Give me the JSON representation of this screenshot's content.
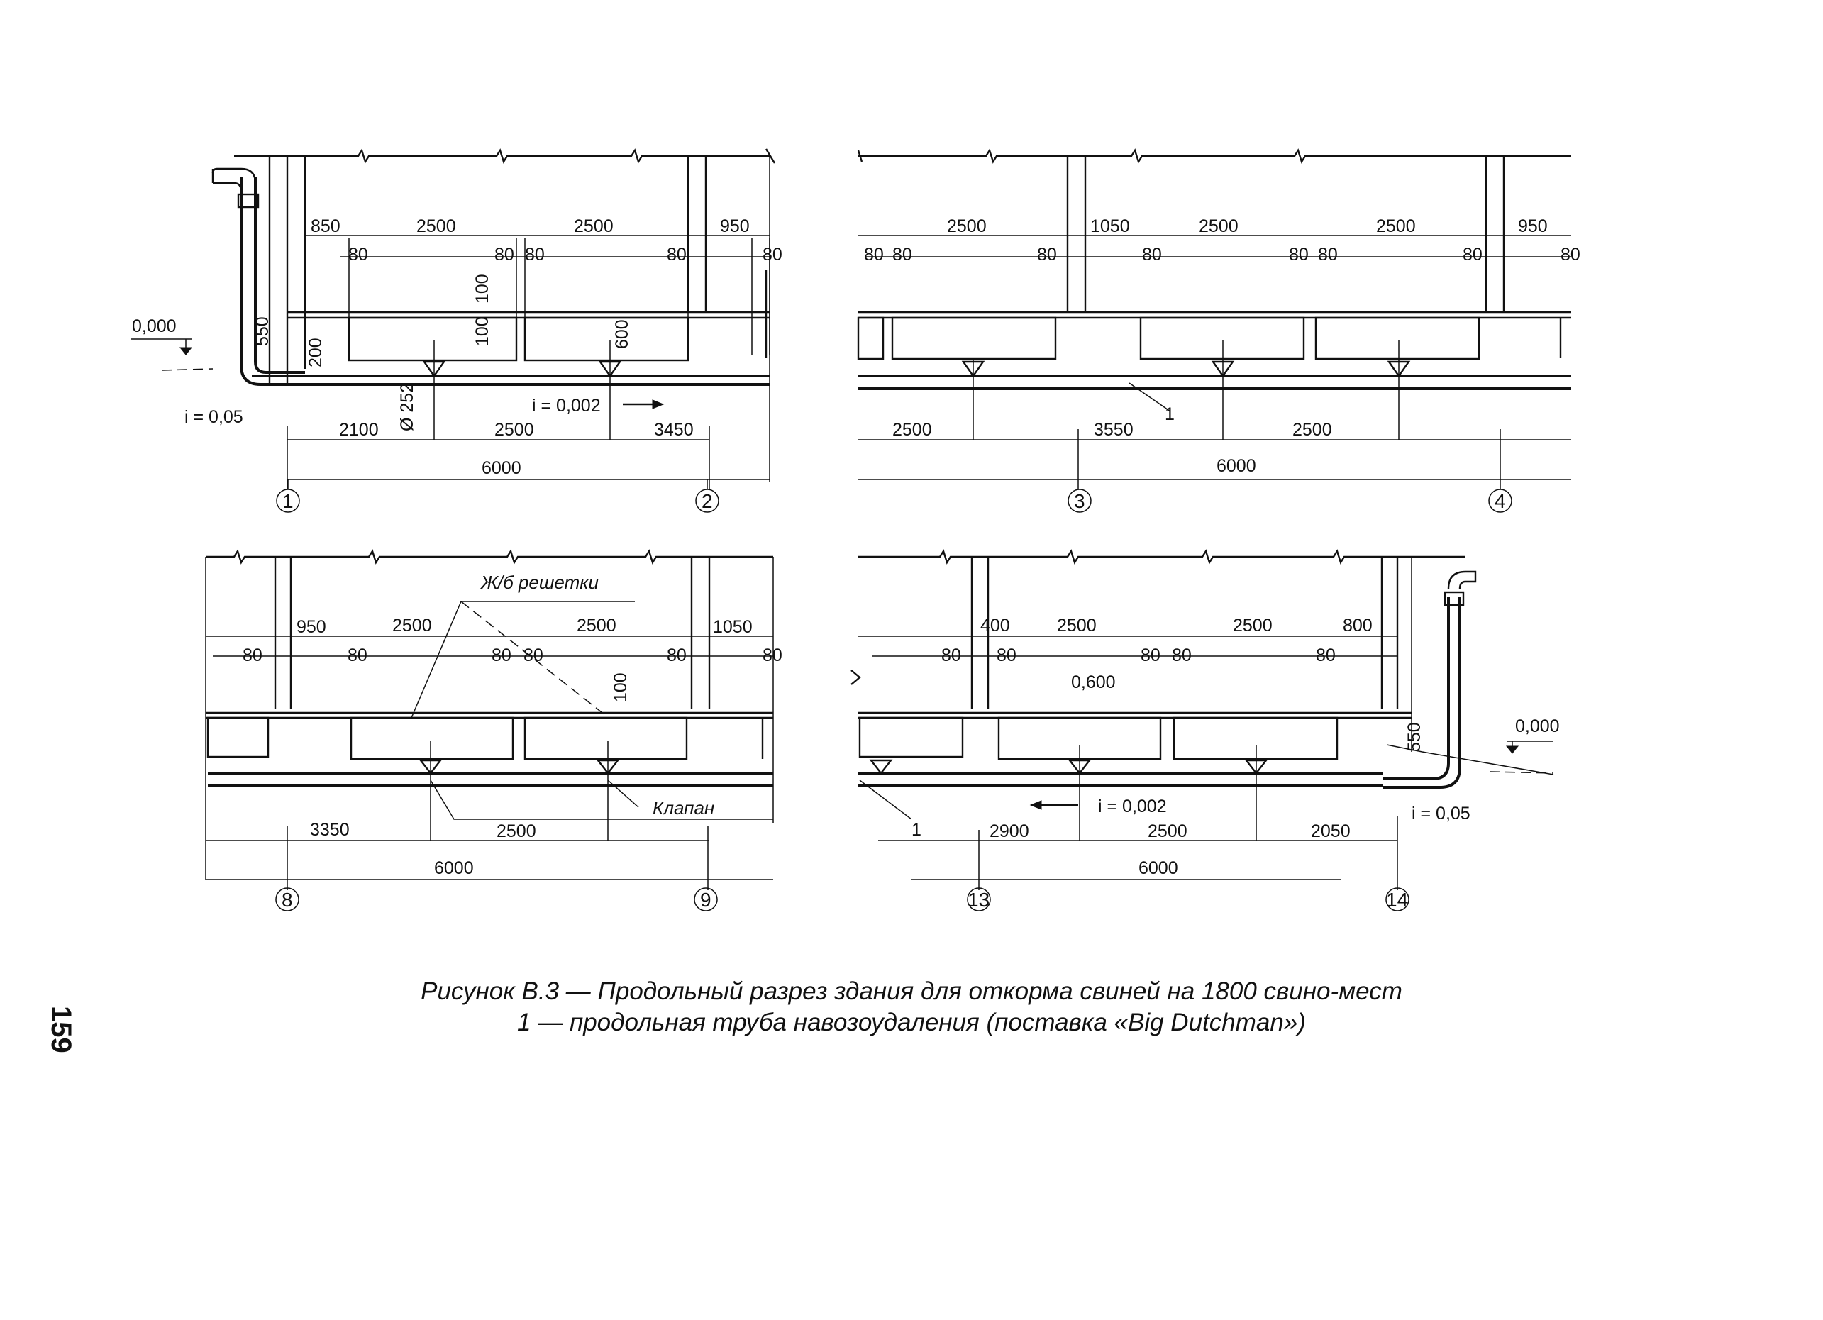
{
  "caption": {
    "line1": "Рисунок В.3 — Продольный разрез здания для откорма свиней на 1800 свино-мест",
    "line2": "1 — продольная труба навозоудаления (поставка «Big Dutchman»)"
  },
  "page_number": "159",
  "panels": {
    "p1": {
      "top_dims": [
        "850",
        "2500",
        "2500",
        "950"
      ],
      "col_dims": [
        "80",
        "80",
        "80",
        "80",
        "80"
      ],
      "vert_dims": [
        "100",
        "100",
        "600",
        "550",
        "200",
        "Ø 252"
      ],
      "level": "0,000",
      "slope_main": "i = 0,05",
      "slope_pipe": "i = 0,002",
      "bottom_dims": [
        "2100",
        "2500",
        "3450"
      ],
      "total": "6000",
      "axes": [
        "1",
        "2"
      ]
    },
    "p2": {
      "top_dims": [
        "2500",
        "1050",
        "2500",
        "2500",
        "950"
      ],
      "col_dims": [
        "80",
        "80",
        "80",
        "80",
        "80",
        "80",
        "80",
        "80"
      ],
      "callout": "1",
      "bottom_dims": [
        "2500",
        "3550",
        "2500"
      ],
      "total": "6000",
      "axes": [
        "3",
        "4"
      ]
    },
    "p3": {
      "label_grates": "Ж/б решетки",
      "top_dims": [
        "950",
        "2500",
        "2500",
        "1050"
      ],
      "col_dims": [
        "80",
        "80",
        "80",
        "80",
        "80",
        "80"
      ],
      "vert_dims": [
        "100"
      ],
      "label_valve": "Клапан",
      "bottom_dims": [
        "3350",
        "2500"
      ],
      "total": "6000",
      "axes": [
        "8",
        "9"
      ]
    },
    "p4": {
      "top_dims": [
        "400",
        "2500",
        "2500",
        "800"
      ],
      "col_dims": [
        "80",
        "80",
        "80",
        "80",
        "80"
      ],
      "level_inner": "0,600",
      "vert_dims": [
        "550"
      ],
      "level": "0,000",
      "slope_pipe": "i = 0,002",
      "slope_main": "i = 0,05",
      "callout": "1",
      "bottom_dims": [
        "2900",
        "2500",
        "2050"
      ],
      "total": "6000",
      "axes": [
        "13",
        "14"
      ]
    }
  }
}
